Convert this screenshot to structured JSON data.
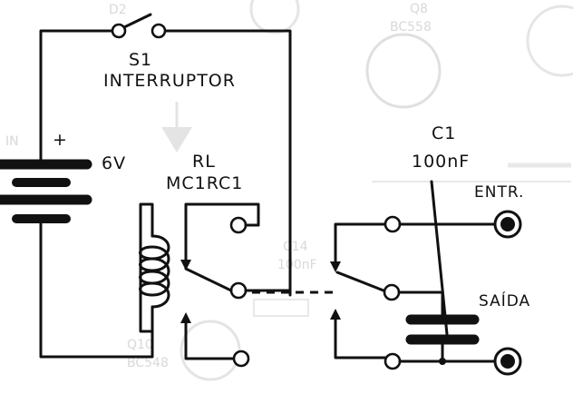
{
  "switch": {
    "ref": "S1",
    "name": "INTERRUPTOR"
  },
  "battery": {
    "polarity": "+",
    "voltage": "6V"
  },
  "relay": {
    "ref": "RL",
    "part": "MC1RC1"
  },
  "capacitor": {
    "ref": "C1",
    "value": "100nF"
  },
  "connectors": {
    "input": "ENTR.",
    "output": "SAÍDA"
  },
  "background_print": [
    "D2",
    "Q8",
    "BC558",
    "IN",
    "C14",
    "100nF",
    "Q10",
    "BC548"
  ],
  "colors": {
    "ink": "#111111",
    "paper": "#ffffff",
    "bleed_through": "#b9b9b9"
  }
}
